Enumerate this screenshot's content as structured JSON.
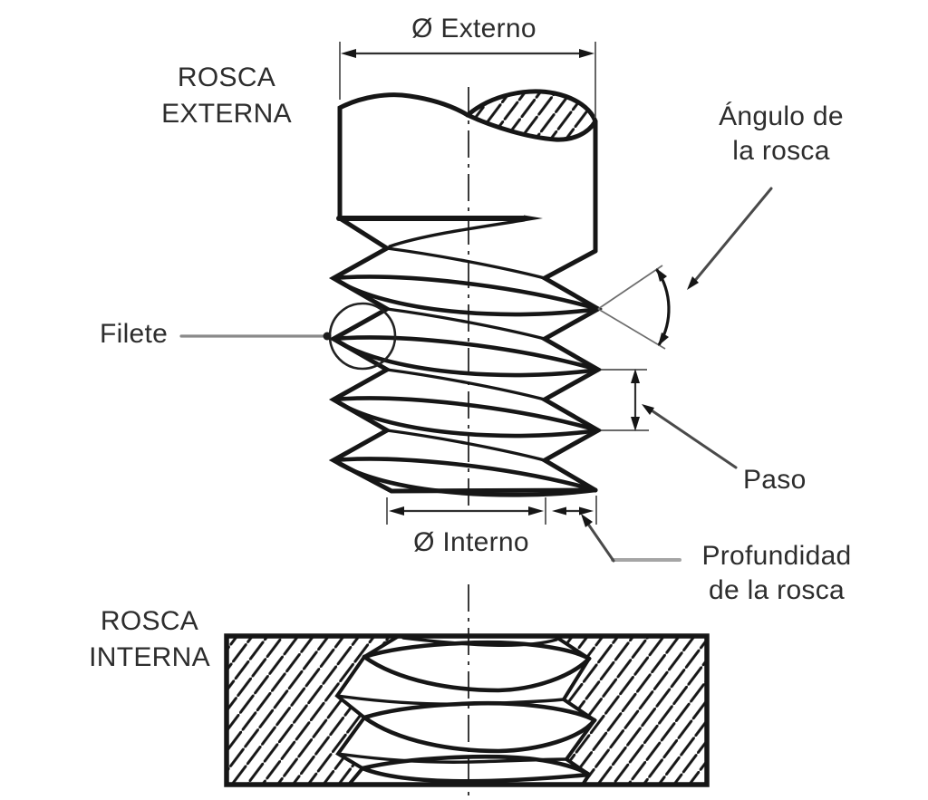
{
  "diagram": {
    "colors": {
      "background": "#ffffff",
      "line": "#161616",
      "text": "#2d2d2d",
      "leader": "#8a8a8a",
      "dimension": "#2f2f2f"
    },
    "sections": {
      "external_thread": {
        "label_line1": "ROSCA",
        "label_line2": "EXTERNA"
      },
      "internal_thread": {
        "label_line1": "ROSCA",
        "label_line2": "INTERNA"
      }
    },
    "annotations": {
      "outer_diameter": "Ø Externo",
      "thread_angle_line1": "Ángulo de",
      "thread_angle_line2": "la rosca",
      "thread_fillet": "Filete",
      "pitch": "Paso",
      "inner_diameter": "Ø Interno",
      "thread_depth_line1": "Profundidad",
      "thread_depth_line2": "de la rosca"
    }
  }
}
